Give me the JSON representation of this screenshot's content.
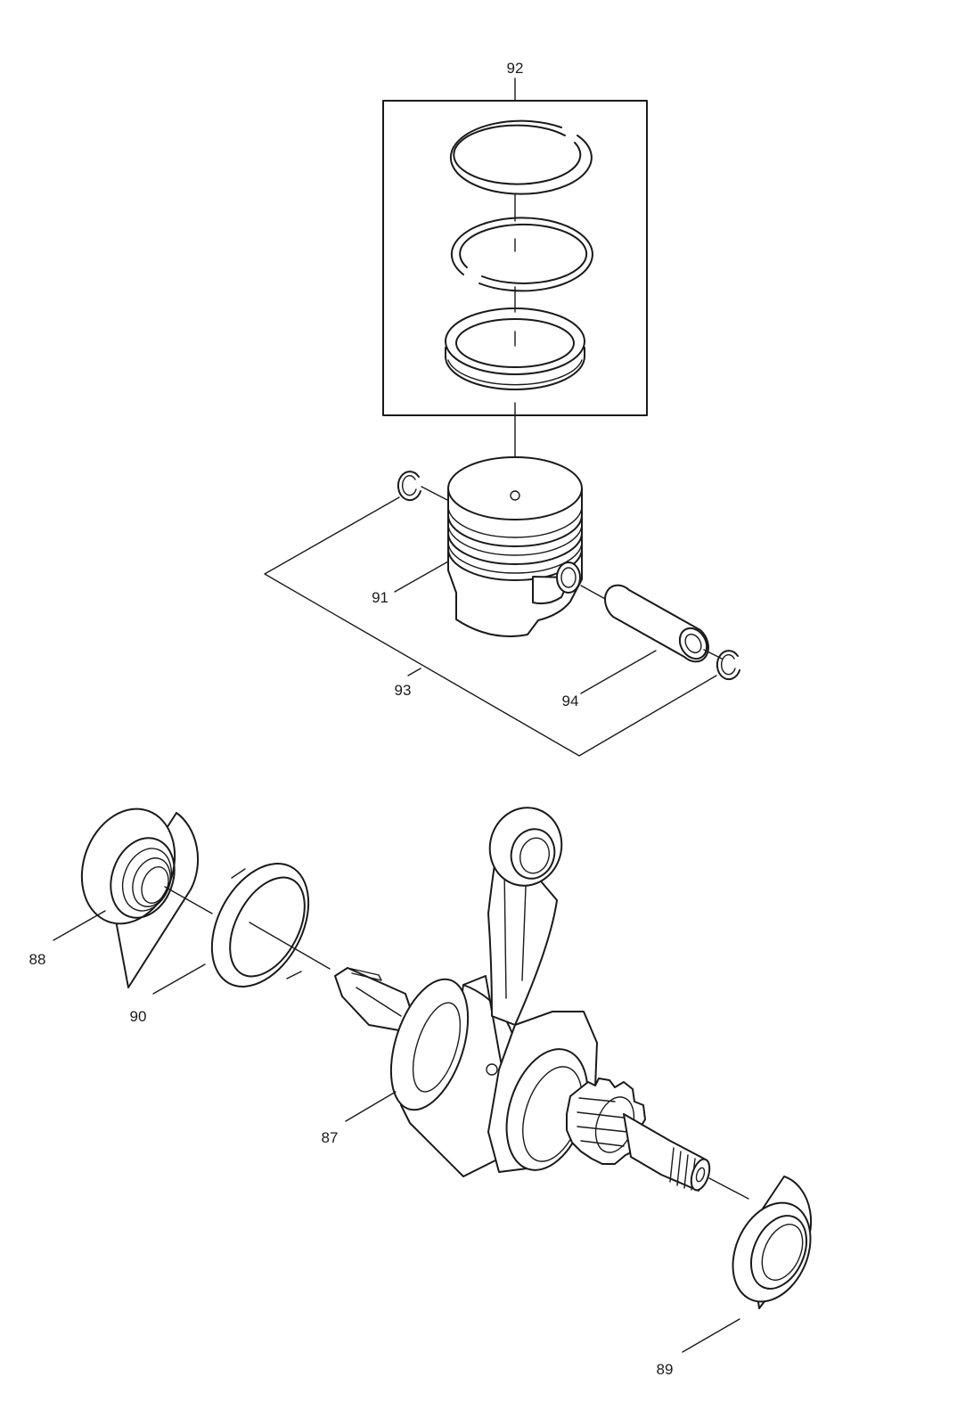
{
  "labels": {
    "p87": "87",
    "p88": "88",
    "p89": "89",
    "p90": "90",
    "p91": "91",
    "p92": "92",
    "p93": "93",
    "p94": "94"
  }
}
